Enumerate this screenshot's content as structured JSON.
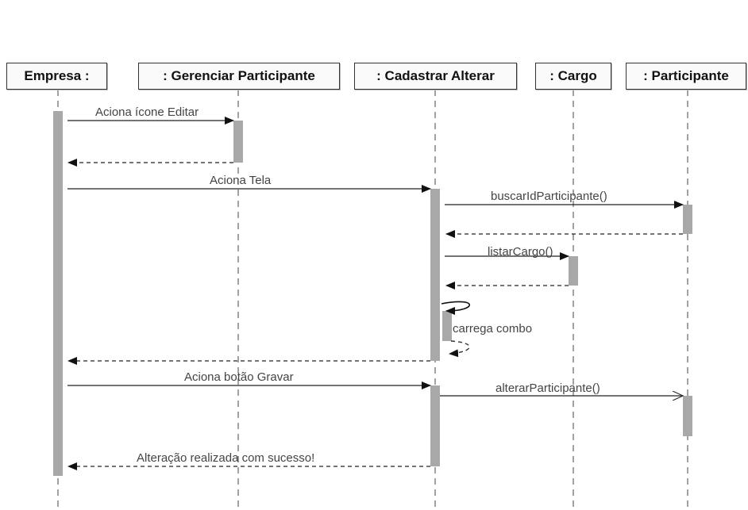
{
  "lifelines": [
    {
      "id": "empresa",
      "label": "Empresa :"
    },
    {
      "id": "gerenciar",
      "label": ": Gerenciar Participante"
    },
    {
      "id": "cadastrar",
      "label": ": Cadastrar Alterar"
    },
    {
      "id": "cargo",
      "label": ": Cargo"
    },
    {
      "id": "participante",
      "label": ": Participante"
    }
  ],
  "messages": [
    {
      "id": "aciona-icone-editar",
      "from": "empresa",
      "to": "gerenciar",
      "label": "Aciona ícone Editar",
      "kind": "call"
    },
    {
      "id": "return-gerenciar",
      "from": "gerenciar",
      "to": "empresa",
      "label": "",
      "kind": "return"
    },
    {
      "id": "aciona-tela",
      "from": "empresa",
      "to": "cadastrar",
      "label": "Aciona Tela",
      "kind": "call"
    },
    {
      "id": "buscar-id-participante",
      "from": "cadastrar",
      "to": "participante",
      "label": "buscarIdParticipante()",
      "kind": "call"
    },
    {
      "id": "return-participante",
      "from": "participante",
      "to": "cadastrar",
      "label": "",
      "kind": "return"
    },
    {
      "id": "listar-cargo",
      "from": "cadastrar",
      "to": "cargo",
      "label": "listarCargo()",
      "kind": "call"
    },
    {
      "id": "return-cargo",
      "from": "cargo",
      "to": "cadastrar",
      "label": "",
      "kind": "return"
    },
    {
      "id": "carrega-combo",
      "from": "cadastrar",
      "to": "cadastrar",
      "label": "carrega combo",
      "kind": "self"
    },
    {
      "id": "return-cadastrar",
      "from": "cadastrar",
      "to": "empresa",
      "label": "",
      "kind": "return"
    },
    {
      "id": "aciona-botao-gravar",
      "from": "empresa",
      "to": "cadastrar",
      "label": "Aciona botão Gravar",
      "kind": "call"
    },
    {
      "id": "alterar-participante",
      "from": "cadastrar",
      "to": "participante",
      "label": "alterarParticipante()",
      "kind": "async"
    },
    {
      "id": "alteracao-realizada",
      "from": "cadastrar",
      "to": "empresa",
      "label": "Alteração realizada com sucesso!",
      "kind": "return"
    }
  ],
  "colors": {
    "line": "#333333",
    "activation": "#a8a8a8",
    "text": "#444444"
  }
}
